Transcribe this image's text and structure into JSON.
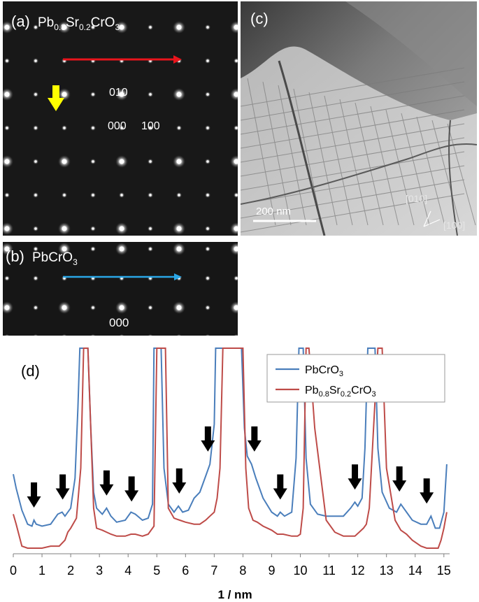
{
  "panel_a": {
    "label": "(a)",
    "formula": {
      "el1": "Pb",
      "sub1": "0.8",
      "el2": "Sr",
      "sub2": "0.2",
      "el3": "CrO",
      "sub3": "3"
    },
    "spot_labels": [
      "010",
      "000",
      "100"
    ],
    "arrow_color": "#e8141c",
    "marker_color": "#ffff00"
  },
  "panel_b": {
    "label": "(b)",
    "formula": {
      "el1": "PbCrO",
      "sub1": "3"
    },
    "spot_label": "000",
    "arrow_color": "#2aa6e6"
  },
  "panel_c": {
    "label": "(c)",
    "scale_bar": "200 nm",
    "dir_1": "[010]",
    "dir_2": "[100]"
  },
  "panel_d": {
    "label": "(d)",
    "legend": [
      {
        "el1": "PbCrO",
        "sub1": "3",
        "color": "#4a7ebb"
      },
      {
        "el1": "Pb",
        "sub1": "0.8",
        "el2": "Sr",
        "sub2": "0.2",
        "el3": "CrO",
        "sub3": "3",
        "color": "#be4b48"
      }
    ],
    "xlabel": "1 / nm",
    "xticks": [
      "0",
      "1",
      "2",
      "3",
      "4",
      "5",
      "6",
      "7",
      "8",
      "9",
      "10",
      "11",
      "12",
      "13",
      "14",
      "15"
    ]
  },
  "chart_data": {
    "type": "line",
    "xlabel": "1 / nm",
    "xlim": [
      0,
      15.2
    ],
    "series": [
      {
        "name": "PbCrO3",
        "color": "#4a7ebb",
        "x": [
          0,
          0.1,
          0.3,
          0.5,
          0.65,
          0.72,
          0.8,
          1.0,
          1.3,
          1.55,
          1.7,
          1.8,
          2.0,
          2.15,
          2.25,
          2.32,
          2.35,
          2.6,
          2.7,
          2.8,
          2.9,
          3.1,
          3.25,
          3.4,
          3.6,
          3.9,
          4.1,
          4.25,
          4.5,
          4.7,
          4.85,
          4.9,
          5.1,
          5.15,
          5.25,
          5.4,
          5.6,
          5.75,
          5.9,
          6.1,
          6.3,
          6.5,
          6.7,
          6.85,
          7.0,
          7.05,
          7.95,
          8.05,
          8.15,
          8.3,
          8.45,
          8.7,
          9.0,
          9.2,
          9.3,
          9.45,
          9.7,
          9.85,
          9.95,
          10.1,
          10.2,
          10.35,
          10.6,
          10.9,
          11.2,
          11.5,
          11.75,
          11.9,
          12.0,
          12.15,
          12.25,
          12.35,
          12.6,
          12.7,
          12.85,
          13.1,
          13.35,
          13.5,
          13.7,
          13.9,
          14.2,
          14.4,
          14.55,
          14.7,
          14.85,
          15.0,
          15.1
        ],
        "y": [
          37,
          30,
          19,
          12,
          11,
          14,
          12,
          11,
          12,
          17,
          18,
          16,
          20,
          35,
          70,
          100,
          100,
          100,
          60,
          28,
          20,
          17,
          20,
          16,
          13,
          14,
          18,
          17,
          14,
          15,
          22,
          100,
          100,
          100,
          40,
          22,
          18,
          21,
          18,
          19,
          25,
          28,
          36,
          42,
          62,
          100,
          100,
          60,
          46,
          42,
          35,
          25,
          18,
          16,
          18,
          16,
          18,
          45,
          100,
          100,
          45,
          22,
          17,
          16,
          16,
          16,
          20,
          23,
          21,
          25,
          50,
          100,
          100,
          50,
          28,
          20,
          18,
          22,
          18,
          14,
          12,
          12,
          16,
          10,
          10,
          18,
          42
        ]
      },
      {
        "name": "Pb0.8Sr0.2CrO3",
        "color": "#be4b48",
        "x": [
          0,
          0.1,
          0.3,
          0.5,
          0.8,
          1.0,
          1.3,
          1.6,
          1.8,
          1.9,
          2.0,
          2.2,
          2.35,
          2.45,
          2.5,
          2.6,
          2.7,
          2.8,
          2.9,
          3.1,
          3.25,
          3.4,
          3.6,
          3.9,
          4.1,
          4.25,
          4.5,
          4.7,
          4.9,
          5.0,
          5.2,
          5.3,
          5.4,
          5.6,
          5.8,
          6.0,
          6.3,
          6.5,
          6.7,
          6.85,
          7.0,
          7.1,
          7.2,
          7.3,
          7.9,
          8.0,
          8.1,
          8.2,
          8.35,
          8.5,
          8.7,
          9.0,
          9.2,
          9.4,
          9.7,
          9.9,
          10.0,
          10.1,
          10.2,
          10.3,
          10.5,
          10.9,
          11.2,
          11.5,
          11.75,
          11.9,
          12.05,
          12.2,
          12.3,
          12.4,
          12.55,
          12.7,
          12.85,
          13.0,
          13.3,
          13.5,
          13.7,
          13.9,
          14.2,
          14.4,
          14.6,
          14.8,
          14.9,
          15.0,
          15.1
        ],
        "y": [
          17,
          12,
          1,
          0,
          0,
          0,
          1,
          1,
          4,
          8,
          10,
          15,
          40,
          100,
          100,
          100,
          60,
          20,
          10,
          9,
          8,
          7,
          6,
          6,
          7,
          7,
          6,
          7,
          11,
          100,
          100,
          100,
          20,
          15,
          14,
          13,
          12,
          12,
          14,
          16,
          18,
          25,
          40,
          100,
          100,
          100,
          40,
          20,
          14,
          13,
          11,
          9,
          7,
          7,
          6,
          6,
          7,
          20,
          100,
          100,
          60,
          14,
          8,
          6,
          6,
          6,
          8,
          10,
          12,
          20,
          60,
          100,
          100,
          40,
          14,
          9,
          7,
          4,
          1,
          0,
          0,
          0,
          4,
          10,
          18
        ]
      }
    ]
  }
}
